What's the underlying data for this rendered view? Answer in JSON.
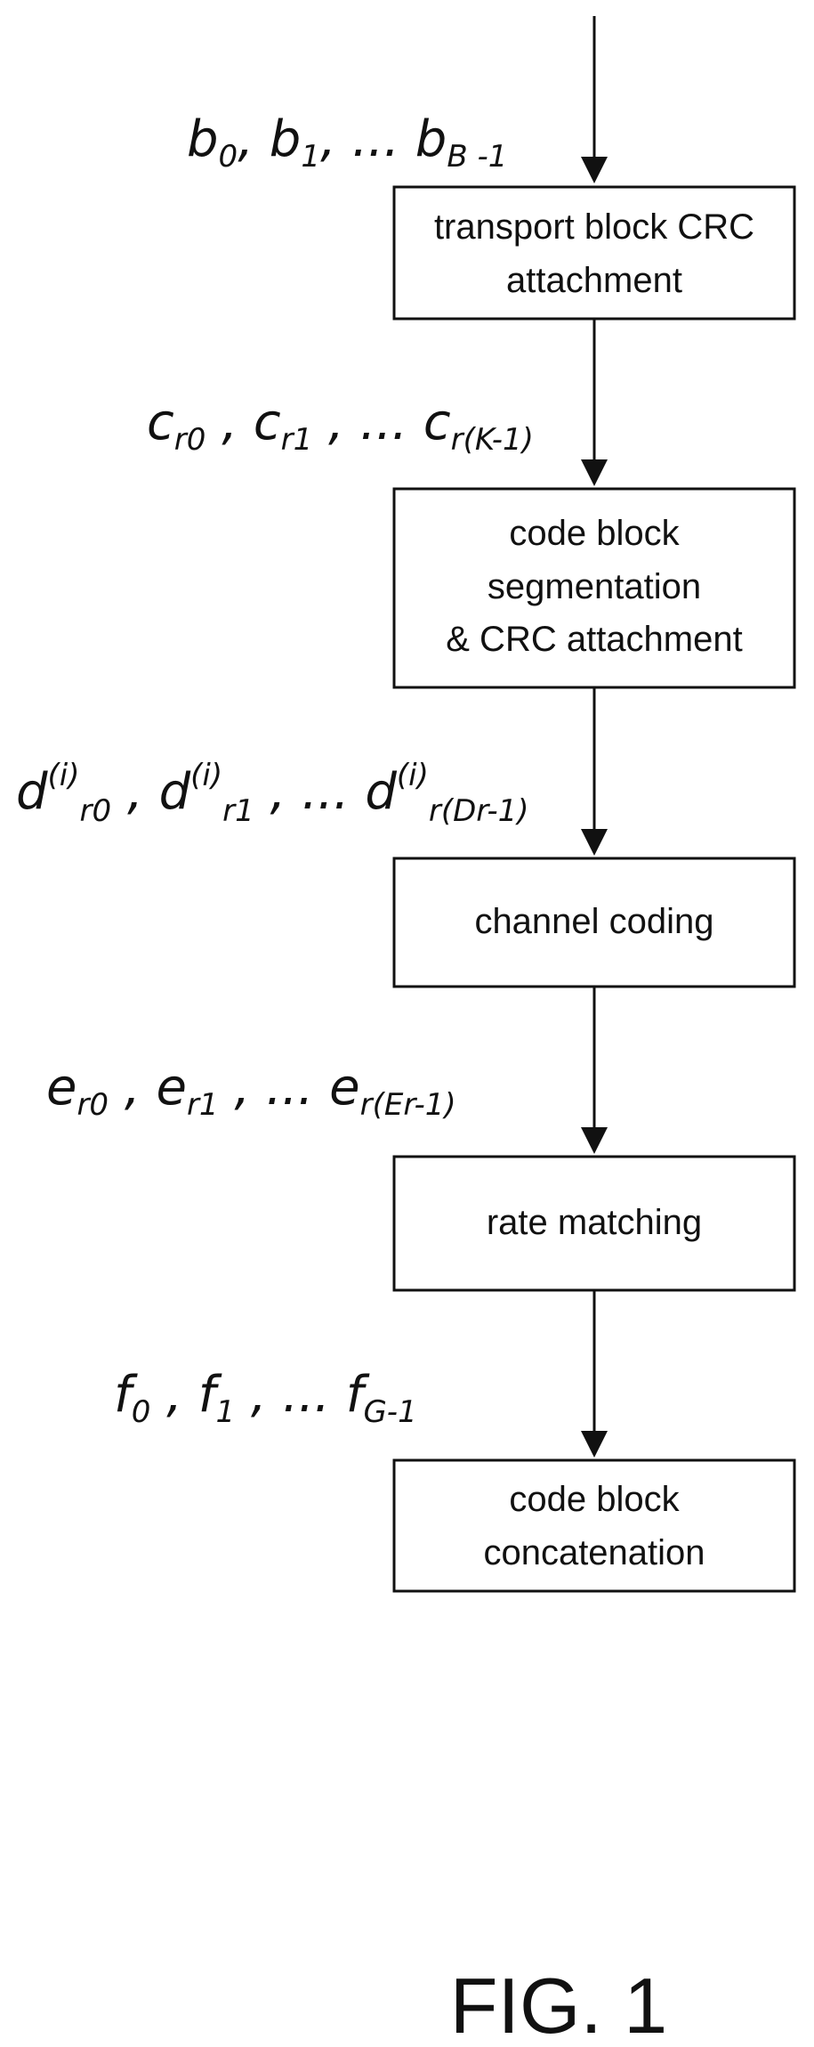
{
  "blocks": {
    "crc_attachment": {
      "line1": "transport block CRC",
      "line2": "attachment"
    },
    "segmentation": {
      "line1": "code block",
      "line2": "segmentation",
      "line3": "& CRC attachment"
    },
    "channel_coding": {
      "line1": "channel coding"
    },
    "rate_matching": {
      "line1": "rate matching"
    },
    "concatenation": {
      "line1": "code block",
      "line2": "concatenation"
    }
  },
  "signals": {
    "b": {
      "var": "b",
      "idx0": "0",
      "idx1": "1",
      "idx_last": "B -1",
      "sep": ", ",
      "ellipsis": ", ... "
    },
    "c": {
      "var": "c",
      "idx0": "r0",
      "idx1": "r1",
      "idx_last": "r(K-1)",
      "sep": " , ",
      "ellipsis": " , ... "
    },
    "d": {
      "var": "d",
      "sup": "(i)",
      "idx0": "r0",
      "idx1": "r1",
      "idx_last": "r(Dr-1)",
      "sep": " , ",
      "ellipsis": " , ... "
    },
    "e": {
      "var": "e",
      "idx0": "r0",
      "idx1": "r1",
      "idx_last": "r(Er-1)",
      "sep": " , ",
      "ellipsis": " , ... "
    },
    "f": {
      "var": "f",
      "idx0": "0",
      "idx1": "1",
      "idx_last": "G-1",
      "sep": " , ",
      "ellipsis": " , ... "
    }
  },
  "figure_label": "FIG. 1"
}
